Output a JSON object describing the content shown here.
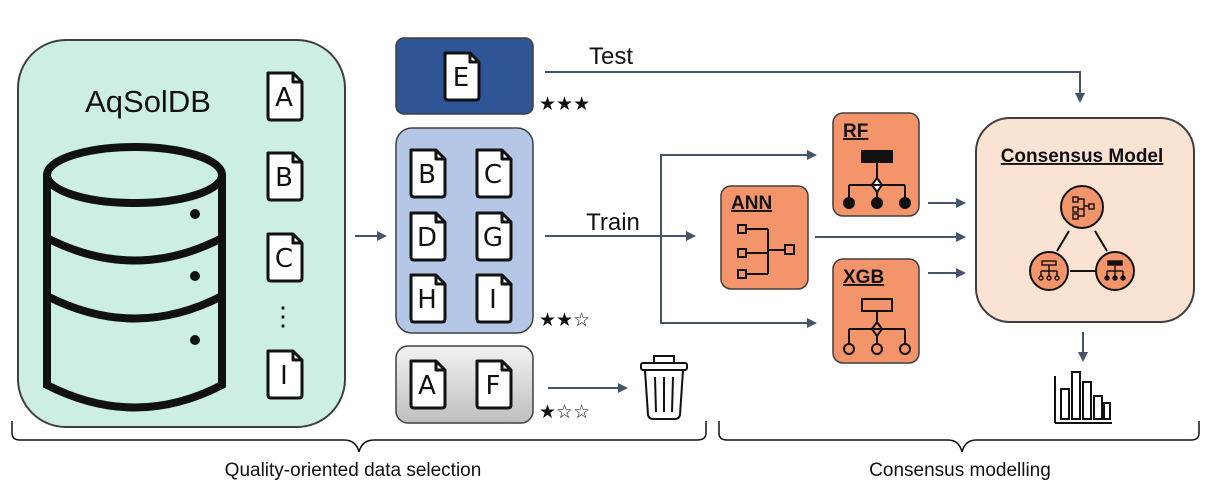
{
  "database": {
    "title": "AqSolDB",
    "docs": [
      "A",
      "B",
      "C",
      "I"
    ],
    "ellipsis": "⋮"
  },
  "test_group": {
    "doc": "E",
    "rating": "★★★",
    "label": "Test"
  },
  "train_group": {
    "docs": [
      "B",
      "C",
      "D",
      "G",
      "H",
      "I"
    ],
    "rating": "★★☆",
    "label": "Train"
  },
  "discard_group": {
    "docs": [
      "A",
      "F"
    ],
    "rating": "★☆☆"
  },
  "models": {
    "ann": "ANN",
    "rf": "RF",
    "xgb": "XGB"
  },
  "consensus": {
    "title": "Consensus Model"
  },
  "captions": {
    "left": "Quality-oriented data selection",
    "right": "Consensus modelling"
  },
  "colors": {
    "db_fill": "#cdeee3",
    "test_fill": "#2f5597",
    "train_fill": "#b4c7e7",
    "discard_fill": "#d9d9d9",
    "model_fill": "#f4a582",
    "model_fill_strong": "#f3946a",
    "consensus_fill": "#fbe3d3",
    "arrow": "#44546a"
  },
  "icons": [
    "document-icon",
    "database-icon",
    "trash-icon",
    "tree-icon",
    "bar-chart-icon"
  ]
}
